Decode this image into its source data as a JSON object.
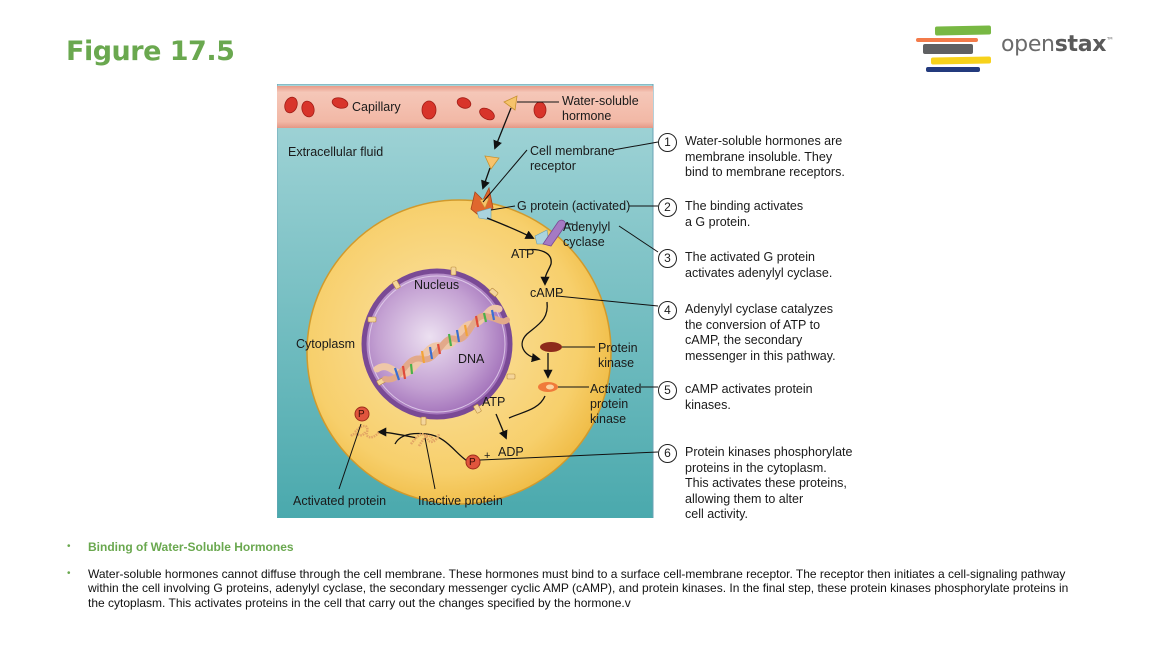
{
  "slide": {
    "title": "Figure 17.5",
    "logo": {
      "wordmark_light": "open",
      "wordmark_bold": "stax",
      "trademark": "™",
      "bar_colors": [
        "#78b843",
        "#f37b4a",
        "#5f6062",
        "#f7d21b",
        "#233a7d"
      ]
    },
    "accent_color": "#6aa84f"
  },
  "figure": {
    "labels": {
      "capillary": "Capillary",
      "water_soluble_hormone": "Water-soluble\nhormone",
      "extracellular_fluid": "Extracellular fluid",
      "cell_membrane_receptor": "Cell membrane\nreceptor",
      "g_protein_activated": "G protein (activated)",
      "adenylyl_cyclase": "Adenylyl\ncyclase",
      "atp_top": "ATP",
      "camp": "cAMP",
      "nucleus": "Nucleus",
      "dna": "DNA",
      "cytoplasm": "Cytoplasm",
      "protein_kinase": "Protein\nkinase",
      "activated_protein_kinase": "Activated\nprotein\nkinase",
      "atp_bottom": "ATP",
      "adp": "ADP",
      "plus": "+",
      "phosphate": "P",
      "activated_protein": "Activated protein",
      "inactive_protein": "Inactive protein"
    },
    "steps": [
      {
        "number": "1",
        "text": "Water-soluble hormones are\nmembrane insoluble. They\nbind to membrane receptors."
      },
      {
        "number": "2",
        "text": "The binding activates\na G protein."
      },
      {
        "number": "3",
        "text": "The activated G protein\nactivates adenylyl cyclase."
      },
      {
        "number": "4",
        "text": "Adenylyl cyclase catalyzes\nthe conversion of ATP to\ncAMP, the secondary\nmessenger in this pathway."
      },
      {
        "number": "5",
        "text": "cAMP activates protein\nkinases."
      },
      {
        "number": "6",
        "text": "Protein kinases phosphorylate\nproteins in the cytoplasm.\nThis activates these proteins,\nallowing them to alter\ncell activity."
      }
    ],
    "colors": {
      "capillary": "#f2b8a6",
      "blood_cell": "#d8342a",
      "extracellular": "#8fcccf",
      "cytoplasm": "#f6c85a",
      "nucleus": "#9a66b4",
      "hormone": "#f6c36b",
      "kinase": "#8e2a1b",
      "activated_kinase": "#f07a3a",
      "phosphate": "#e0553d"
    }
  },
  "bullets": [
    {
      "text": "Binding of Water-Soluble Hormones",
      "style": "heading"
    },
    {
      "text": "Water-soluble hormones cannot diffuse through the cell membrane. These hormones must bind to a surface cell-membrane receptor. The receptor then initiates a cell-signaling pathway within the cell involving G proteins, adenylyl cyclase, the secondary messenger cyclic AMP (cAMP), and protein kinases. In the final step, these protein kinases phosphorylate proteins in the cytoplasm. This activates proteins in the cell that carry out the changes specified by the hormone.v",
      "style": "body"
    }
  ]
}
